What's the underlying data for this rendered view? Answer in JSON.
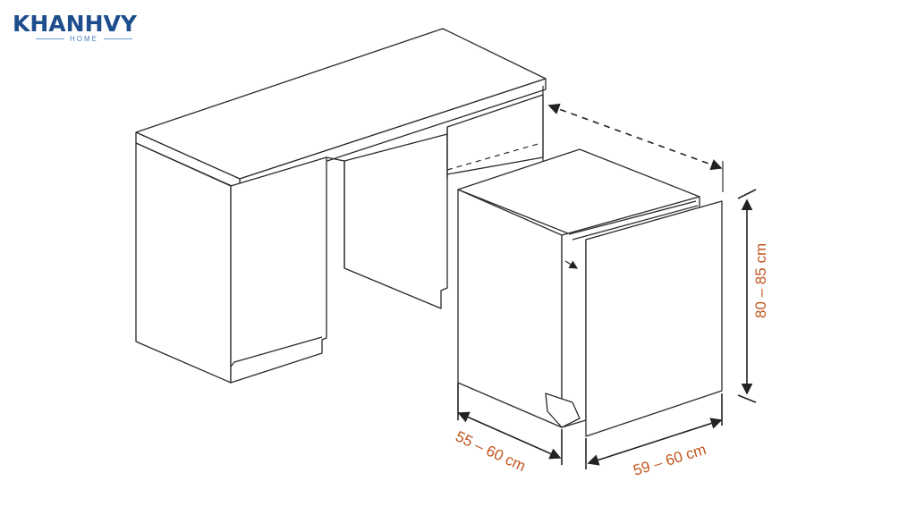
{
  "logo": {
    "brand": "KHANHVY",
    "sub": "HOME"
  },
  "dimensions": {
    "height": "80 – 85 cm",
    "depth": "55 – 60 cm",
    "width": "59 – 60 cm"
  },
  "colors": {
    "brand": "#1d4d8c",
    "dimension": "#c0561e",
    "line": "#2a2a2a"
  }
}
